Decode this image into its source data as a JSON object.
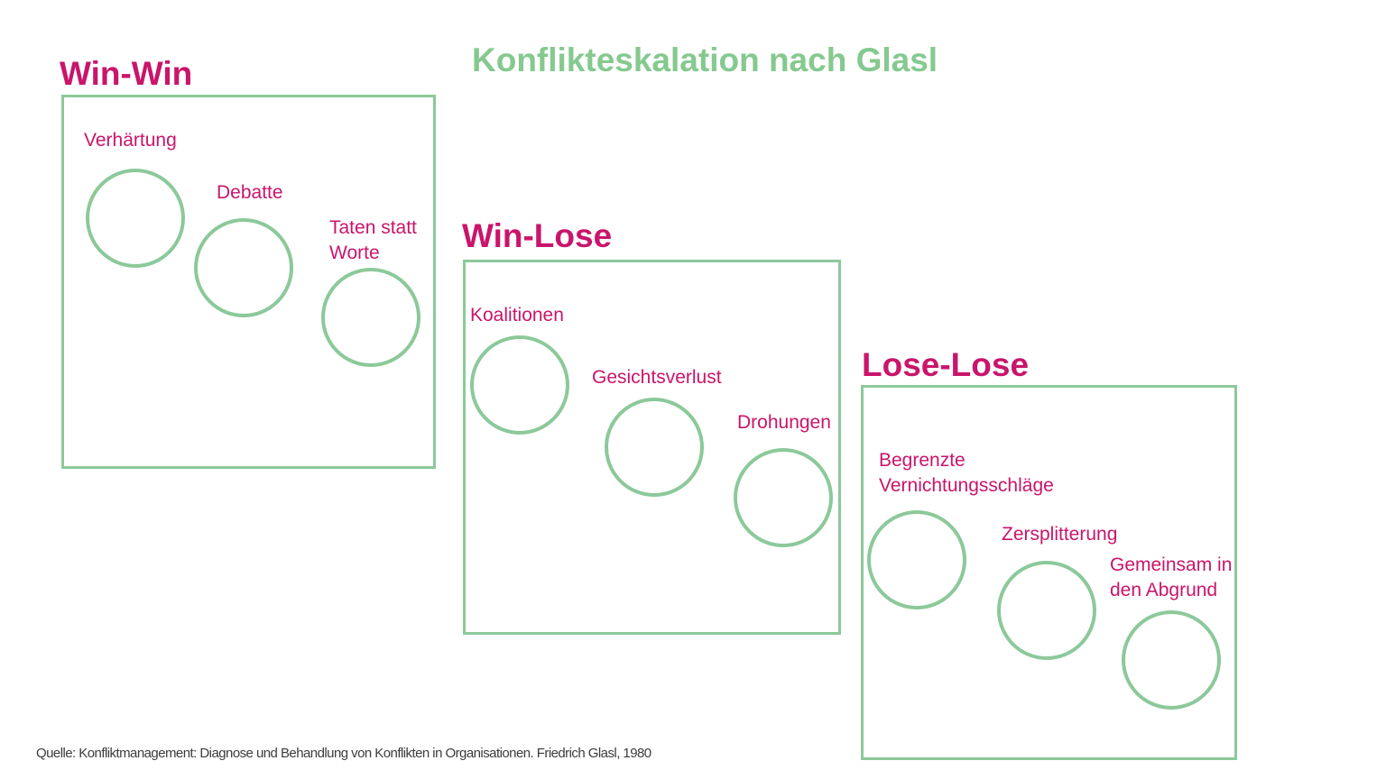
{
  "title": "Konflikteskalation nach Glasl",
  "colors": {
    "green": "#8CC99A",
    "title_green": "#85C98F",
    "magenta": "#C9156B",
    "text_gray": "#3C3C3C",
    "background": "#FFFFFF"
  },
  "boxes": [
    {
      "title": "Win-Win",
      "stages": [
        {
          "label": "Verhärtung"
        },
        {
          "label": "Debatte"
        },
        {
          "label": "Taten statt\nWorte"
        }
      ]
    },
    {
      "title": "Win-Lose",
      "stages": [
        {
          "label": "Koalitionen"
        },
        {
          "label": "Gesichtsverlust"
        },
        {
          "label": "Drohungen"
        }
      ]
    },
    {
      "title": "Lose-Lose",
      "stages": [
        {
          "label": "Begrenzte\nVernichtungsschläge"
        },
        {
          "label": "Zersplitterung"
        },
        {
          "label": "Gemeinsam in\nden Abgrund"
        }
      ]
    }
  ],
  "source": "Quelle: Konfliktmanagement: Diagnose und Behandlung von Konflikten in Organisationen. Friedrich Glasl, 1980"
}
